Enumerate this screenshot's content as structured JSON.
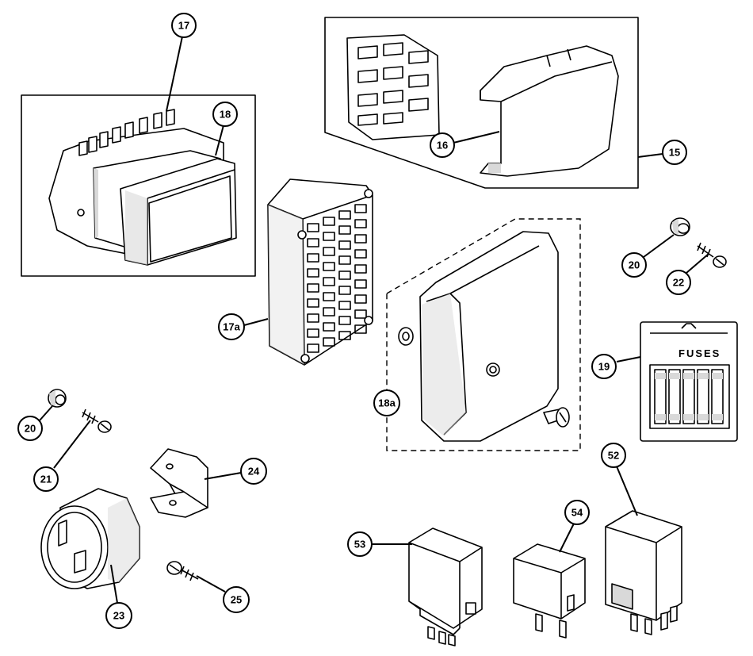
{
  "callouts": {
    "c17": "17",
    "c18": "18",
    "c16": "16",
    "c15": "15",
    "c17a": "17a",
    "c18a": "18a",
    "c20a": "20",
    "c22": "22",
    "c19": "19",
    "c20b": "20",
    "c21": "21",
    "c24": "24",
    "c23": "23",
    "c25": "25",
    "c52": "52",
    "c53": "53",
    "c54": "54"
  },
  "fuse_pack": {
    "label": "FUSES"
  }
}
